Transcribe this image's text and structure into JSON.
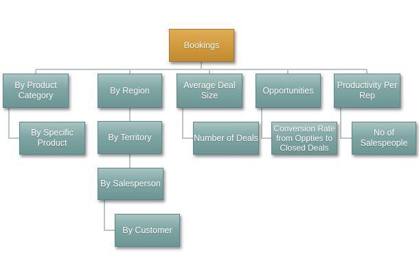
{
  "diagram": {
    "root": {
      "label": "Bookings"
    },
    "branches": [
      {
        "label": "By Product Category",
        "children": [
          {
            "label": "By Specific Product"
          }
        ]
      },
      {
        "label": "By Region",
        "children": [
          {
            "label": "By Territory"
          },
          {
            "label": "By Salesperson"
          },
          {
            "label": "By Customer"
          }
        ]
      },
      {
        "label": "Average Deal Size",
        "children": [
          {
            "label": "Number of Deals"
          }
        ]
      },
      {
        "label": "Opportunities",
        "children": [
          {
            "label": "Conversion Rate from Oppties to Closed Deals"
          }
        ]
      },
      {
        "label": "Productivity Per Rep",
        "children": [
          {
            "label": "No of Salespeople"
          }
        ]
      }
    ]
  },
  "colors": {
    "root_fill": "#d29b3d",
    "node_fill": "#7fa6a4",
    "connector": "#b9c4c6",
    "text": "#ffffff"
  }
}
